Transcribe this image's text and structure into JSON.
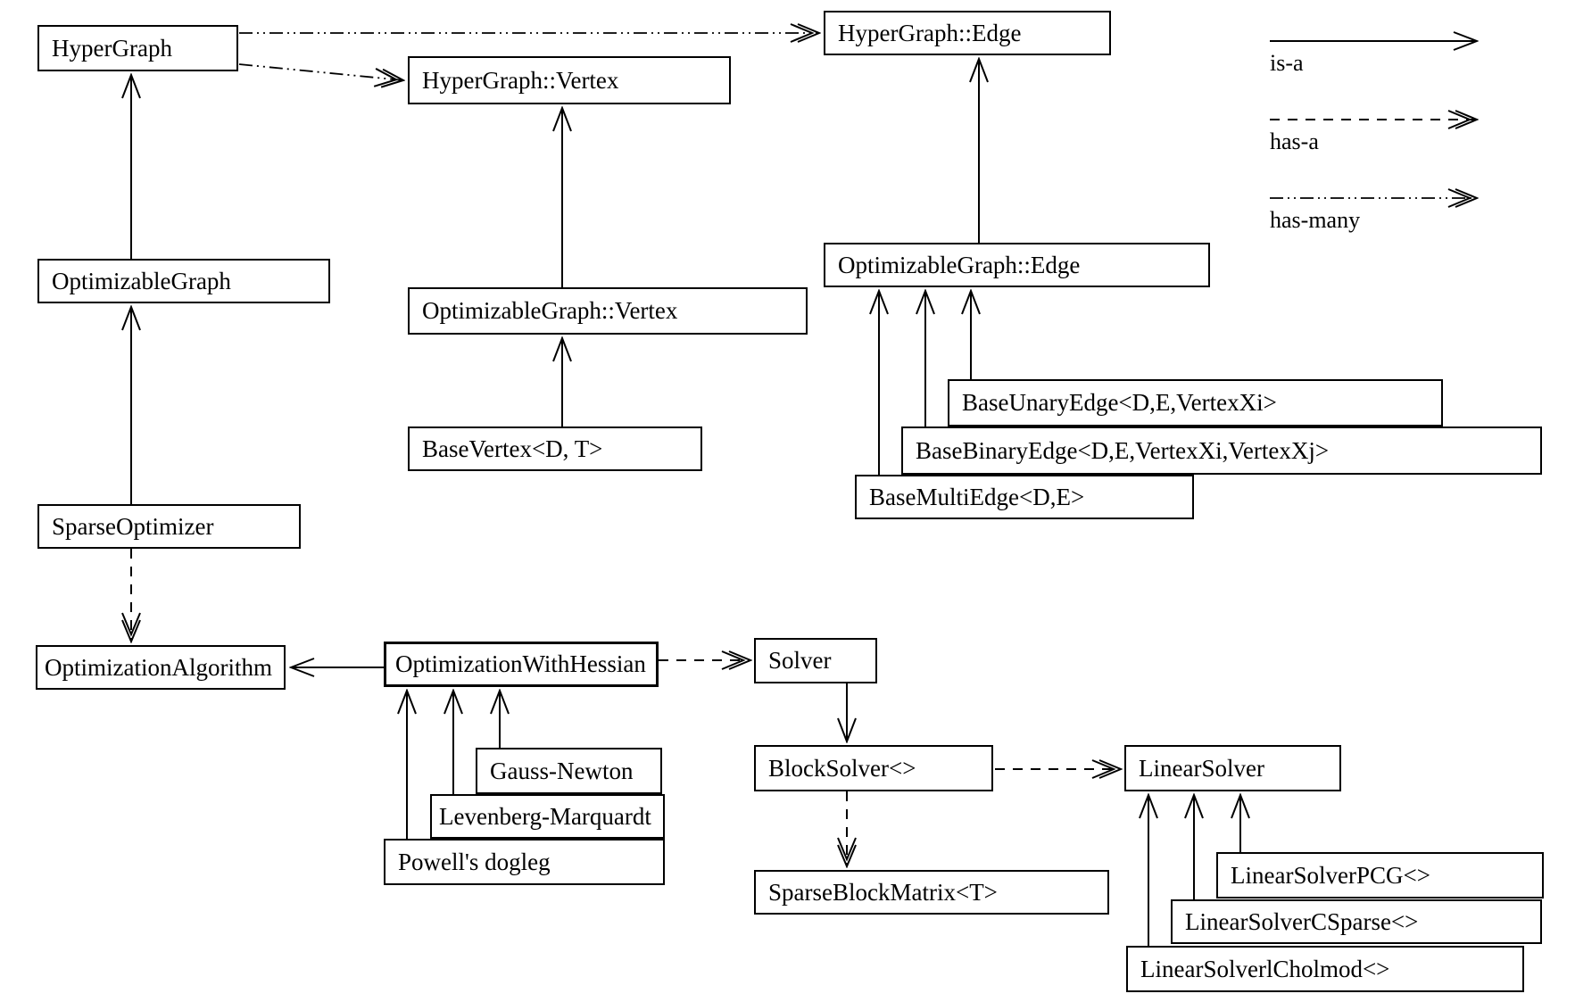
{
  "colors": {
    "background": "#ffffff",
    "line": "#000000",
    "text": "#000000"
  },
  "nodes": {
    "hyperGraph": {
      "label": "HyperGraph"
    },
    "hyperGraphVertex": {
      "label": "HyperGraph::Vertex"
    },
    "hyperGraphEdge": {
      "label": "HyperGraph::Edge"
    },
    "optimizableGraph": {
      "label": "OptimizableGraph"
    },
    "optimizableGraphVertex": {
      "label": "OptimizableGraph::Vertex"
    },
    "optimizableGraphEdge": {
      "label": "OptimizableGraph::Edge"
    },
    "baseVertex": {
      "label": "BaseVertex<D, T>"
    },
    "baseUnaryEdge": {
      "label": "BaseUnaryEdge<D,E,VertexXi>"
    },
    "baseBinaryEdge": {
      "label": "BaseBinaryEdge<D,E,VertexXi,VertexXj>"
    },
    "baseMultiEdge": {
      "label": "BaseMultiEdge<D,E>"
    },
    "sparseOptimizer": {
      "label": "SparseOptimizer"
    },
    "optimizationAlgorithm": {
      "label": "OptimizationAlgorithm"
    },
    "optimizationWithHessian": {
      "label": "OptimizationWithHessian"
    },
    "gaussNewton": {
      "label": "Gauss-Newton"
    },
    "levenbergMarquardt": {
      "label": "Levenberg-Marquardt"
    },
    "powellsDogleg": {
      "label": "Powell's dogleg"
    },
    "solver": {
      "label": "Solver"
    },
    "blockSolver": {
      "label": "BlockSolver<>"
    },
    "linearSolver": {
      "label": "LinearSolver"
    },
    "sparseBlockMatrix": {
      "label": "SparseBlockMatrix<T>"
    },
    "linearSolverPCG": {
      "label": "LinearSolverPCG<>"
    },
    "linearSolverCSparse": {
      "label": "LinearSolverCSparse<>"
    },
    "linearSolverCholmod": {
      "label": "LinearSolverlCholmod<>"
    }
  },
  "legend": {
    "is_a": "is-a",
    "has_a": "has-a",
    "has_many": "has-many"
  },
  "relationships": [
    {
      "type": "is-a",
      "from": "optimizableGraph",
      "to": "hyperGraph"
    },
    {
      "type": "is-a",
      "from": "sparseOptimizer",
      "to": "optimizableGraph"
    },
    {
      "type": "is-a",
      "from": "optimizableGraphVertex",
      "to": "hyperGraphVertex"
    },
    {
      "type": "is-a",
      "from": "baseVertex",
      "to": "optimizableGraphVertex"
    },
    {
      "type": "is-a",
      "from": "optimizableGraphEdge",
      "to": "hyperGraphEdge"
    },
    {
      "type": "is-a",
      "from": "baseMultiEdge",
      "to": "optimizableGraphEdge"
    },
    {
      "type": "is-a",
      "from": "baseBinaryEdge",
      "to": "optimizableGraphEdge"
    },
    {
      "type": "is-a",
      "from": "baseUnaryEdge",
      "to": "optimizableGraphEdge"
    },
    {
      "type": "is-a",
      "from": "optimizationWithHessian",
      "to": "optimizationAlgorithm"
    },
    {
      "type": "is-a",
      "from": "powellsDogleg",
      "to": "optimizationWithHessian"
    },
    {
      "type": "is-a",
      "from": "levenbergMarquardt",
      "to": "optimizationWithHessian"
    },
    {
      "type": "is-a",
      "from": "gaussNewton",
      "to": "optimizationWithHessian"
    },
    {
      "type": "is-a",
      "from": "solver",
      "to": "blockSolver"
    },
    {
      "type": "is-a",
      "from": "linearSolverCholmod",
      "to": "linearSolver"
    },
    {
      "type": "is-a",
      "from": "linearSolverCSparse",
      "to": "linearSolver"
    },
    {
      "type": "is-a",
      "from": "linearSolverPCG",
      "to": "linearSolver"
    },
    {
      "type": "has-a",
      "from": "sparseOptimizer",
      "to": "optimizationAlgorithm"
    },
    {
      "type": "has-a",
      "from": "optimizationWithHessian",
      "to": "solver"
    },
    {
      "type": "has-a",
      "from": "blockSolver",
      "to": "linearSolver"
    },
    {
      "type": "has-a",
      "from": "blockSolver",
      "to": "sparseBlockMatrix"
    },
    {
      "type": "has-many",
      "from": "hyperGraph",
      "to": "hyperGraphEdge"
    },
    {
      "type": "has-many",
      "from": "hyperGraph",
      "to": "hyperGraphVertex"
    }
  ]
}
